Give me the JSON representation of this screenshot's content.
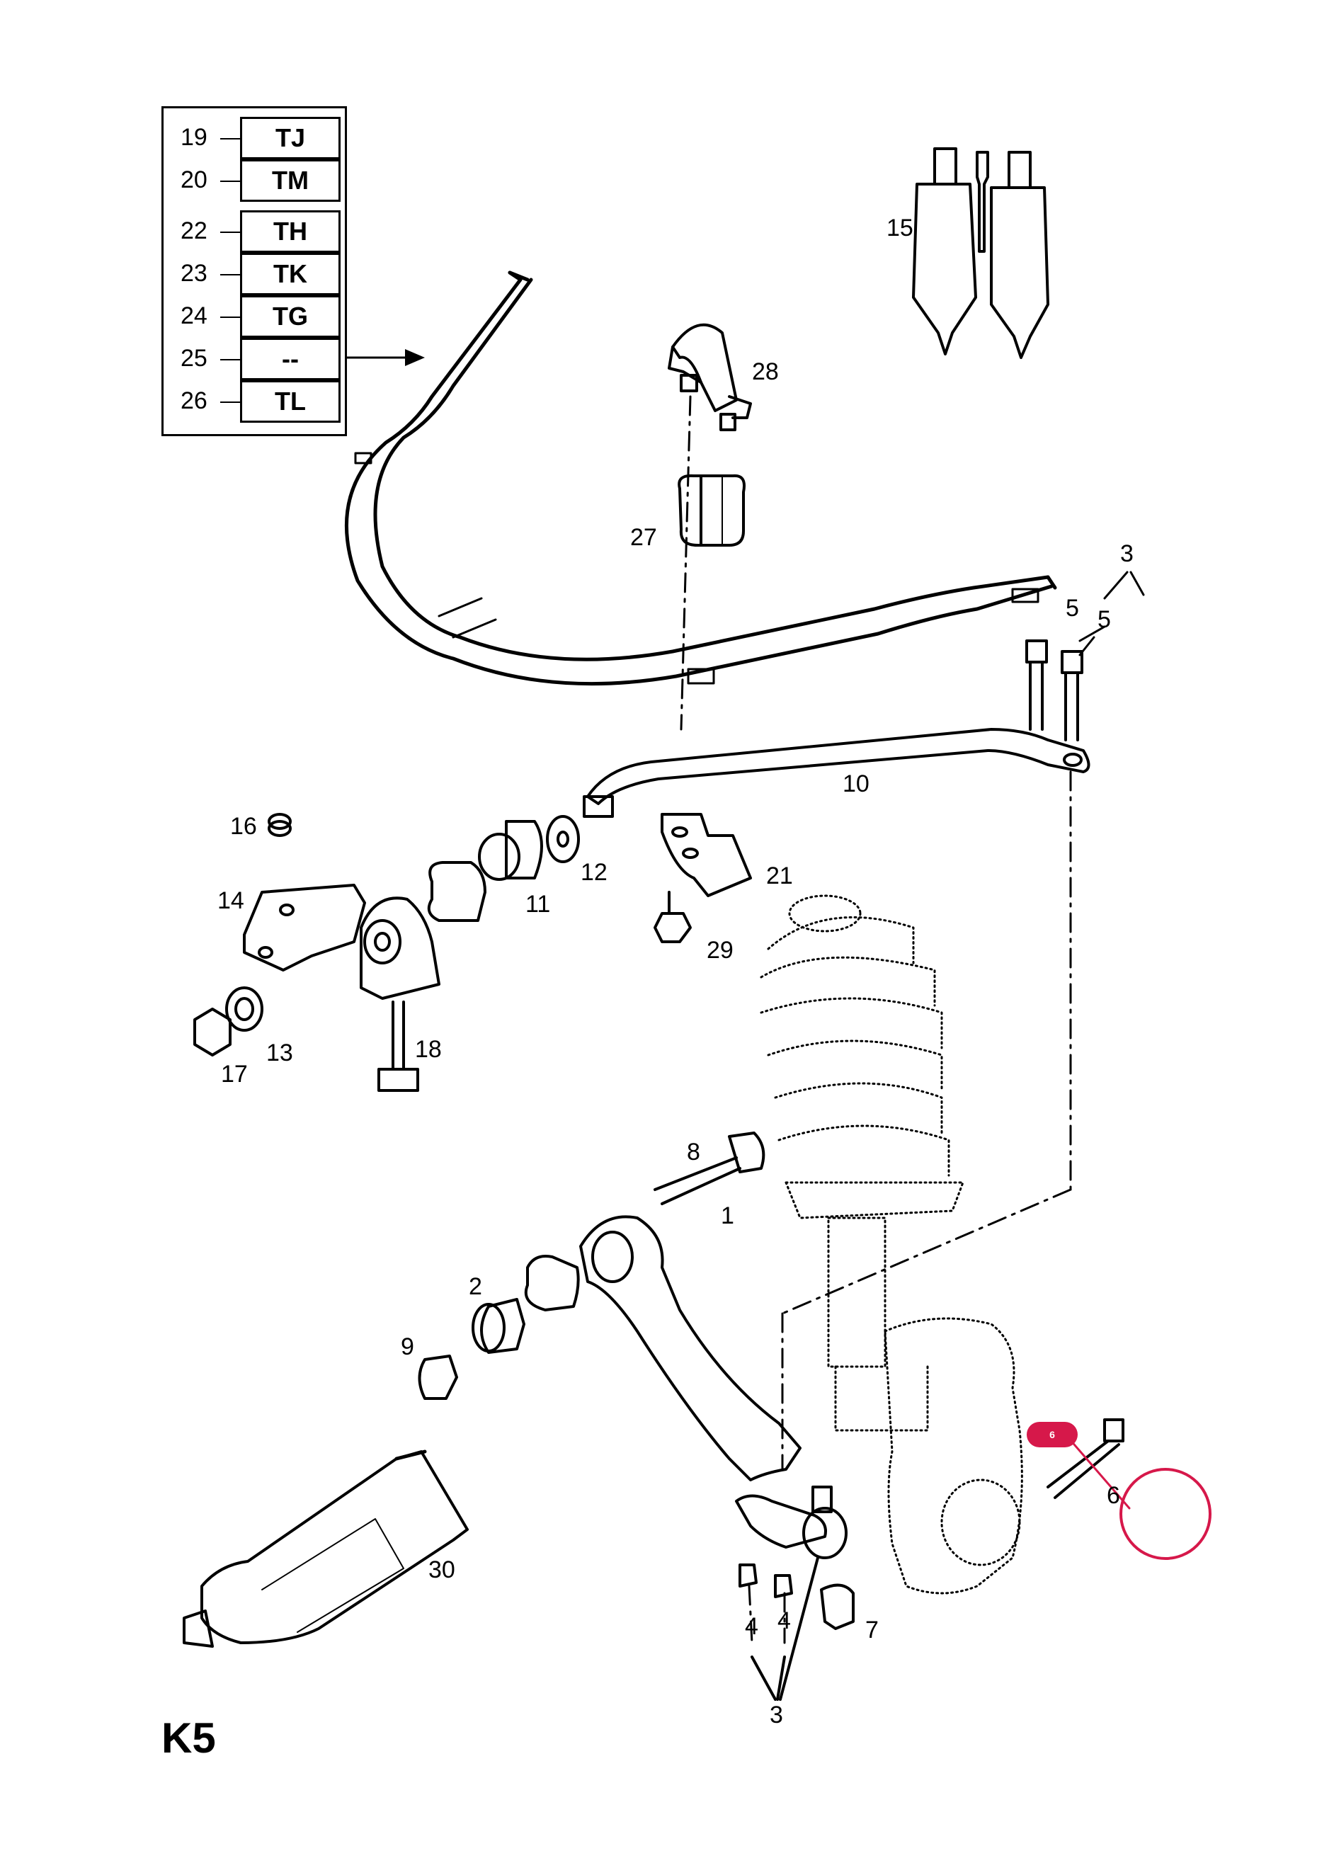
{
  "diagram": {
    "page_id": "K5",
    "code_table": [
      {
        "num": "19",
        "code": "TJ"
      },
      {
        "num": "20",
        "code": "TM"
      },
      {
        "num": "22",
        "code": "TH"
      },
      {
        "num": "23",
        "code": "TK"
      },
      {
        "num": "24",
        "code": "TG"
      },
      {
        "num": "25",
        "code": "--"
      },
      {
        "num": "26",
        "code": "TL"
      }
    ],
    "callouts": {
      "c1": "1",
      "c2": "2",
      "c3a": "3",
      "c3b": "3",
      "c4a": "4",
      "c4b": "4",
      "c5a": "5",
      "c5b": "5",
      "c6": "6",
      "c7": "7",
      "c8": "8",
      "c9": "9",
      "c10": "10",
      "c11": "11",
      "c12": "12",
      "c13": "13",
      "c14": "14",
      "c15": "15",
      "c16": "16",
      "c17": "17",
      "c18": "18",
      "c21": "21",
      "c27": "27",
      "c28": "28",
      "c29": "29",
      "c30": "30"
    },
    "marker": {
      "badge": "6",
      "color": "#d6184a"
    }
  }
}
